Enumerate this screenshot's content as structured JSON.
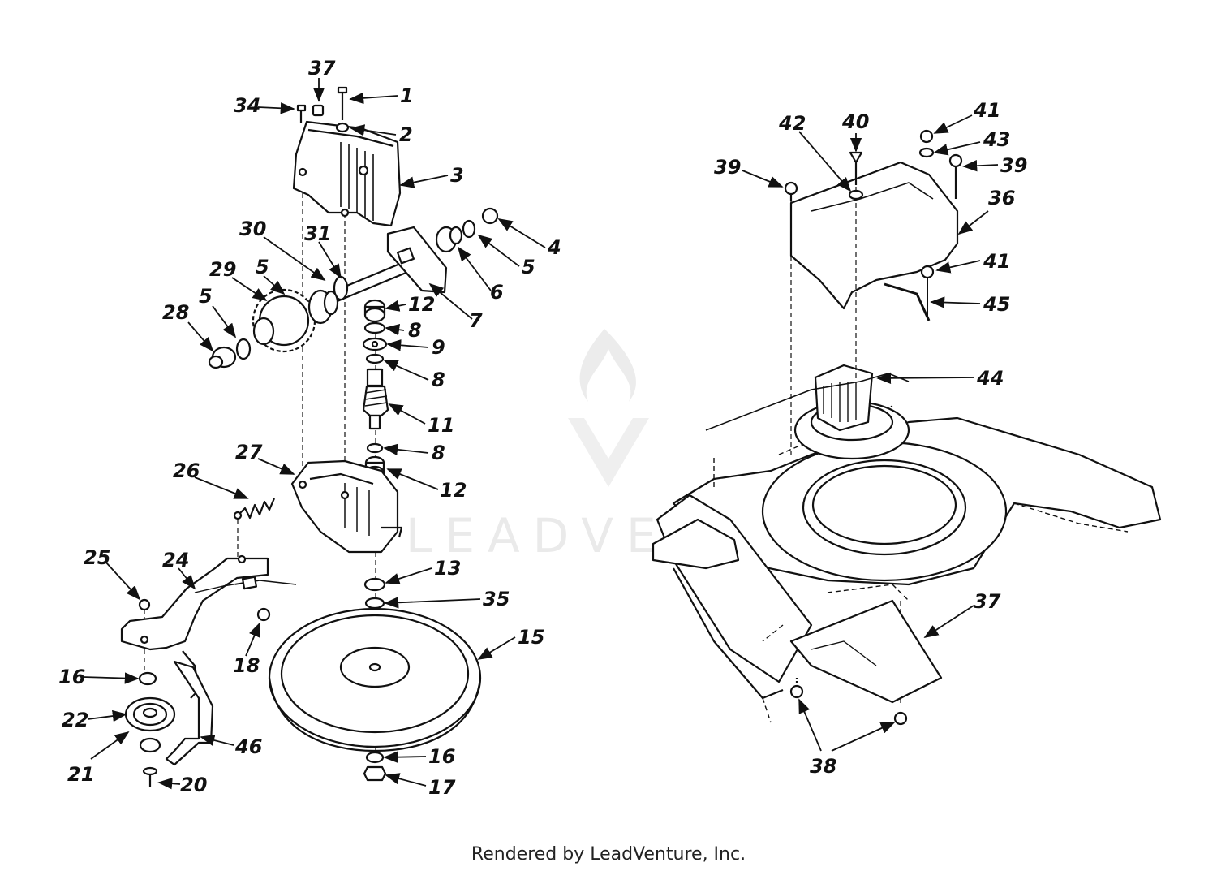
{
  "footer_text": "Rendered by LeadVenture, Inc.",
  "watermark_text": "LEADVENTURE",
  "callouts": [
    {
      "id": "c37a",
      "text": "37"
    },
    {
      "id": "c34",
      "text": "34"
    },
    {
      "id": "c1",
      "text": "1"
    },
    {
      "id": "c2",
      "text": "2"
    },
    {
      "id": "c3",
      "text": "3"
    },
    {
      "id": "c4",
      "text": "4"
    },
    {
      "id": "c5a",
      "text": "5"
    },
    {
      "id": "c6",
      "text": "6"
    },
    {
      "id": "c7",
      "text": "7"
    },
    {
      "id": "c30",
      "text": "30"
    },
    {
      "id": "c31",
      "text": "31"
    },
    {
      "id": "c5b",
      "text": "5"
    },
    {
      "id": "c29",
      "text": "29"
    },
    {
      "id": "c5c",
      "text": "5"
    },
    {
      "id": "c28",
      "text": "28"
    },
    {
      "id": "c12a",
      "text": "12"
    },
    {
      "id": "c8a",
      "text": "8"
    },
    {
      "id": "c9",
      "text": "9"
    },
    {
      "id": "c8b",
      "text": "8"
    },
    {
      "id": "c11",
      "text": "11"
    },
    {
      "id": "c8c",
      "text": "8"
    },
    {
      "id": "c12b",
      "text": "12"
    },
    {
      "id": "c27",
      "text": "27"
    },
    {
      "id": "c26",
      "text": "26"
    },
    {
      "id": "c25",
      "text": "25"
    },
    {
      "id": "c24",
      "text": "24"
    },
    {
      "id": "c13",
      "text": "13"
    },
    {
      "id": "c35",
      "text": "35"
    },
    {
      "id": "c15",
      "text": "15"
    },
    {
      "id": "c18",
      "text": "18"
    },
    {
      "id": "c16a",
      "text": "16"
    },
    {
      "id": "c22",
      "text": "22"
    },
    {
      "id": "c21",
      "text": "21"
    },
    {
      "id": "c46",
      "text": "46"
    },
    {
      "id": "c20",
      "text": "20"
    },
    {
      "id": "c16b",
      "text": "16"
    },
    {
      "id": "c17",
      "text": "17"
    },
    {
      "id": "c41a",
      "text": "41"
    },
    {
      "id": "c42",
      "text": "42"
    },
    {
      "id": "c40",
      "text": "40"
    },
    {
      "id": "c43",
      "text": "43"
    },
    {
      "id": "c39a",
      "text": "39"
    },
    {
      "id": "c39b",
      "text": "39"
    },
    {
      "id": "c36",
      "text": "36"
    },
    {
      "id": "c41b",
      "text": "41"
    },
    {
      "id": "c45",
      "text": "45"
    },
    {
      "id": "c44",
      "text": "44"
    },
    {
      "id": "c37b",
      "text": "37"
    },
    {
      "id": "c38",
      "text": "38"
    }
  ]
}
